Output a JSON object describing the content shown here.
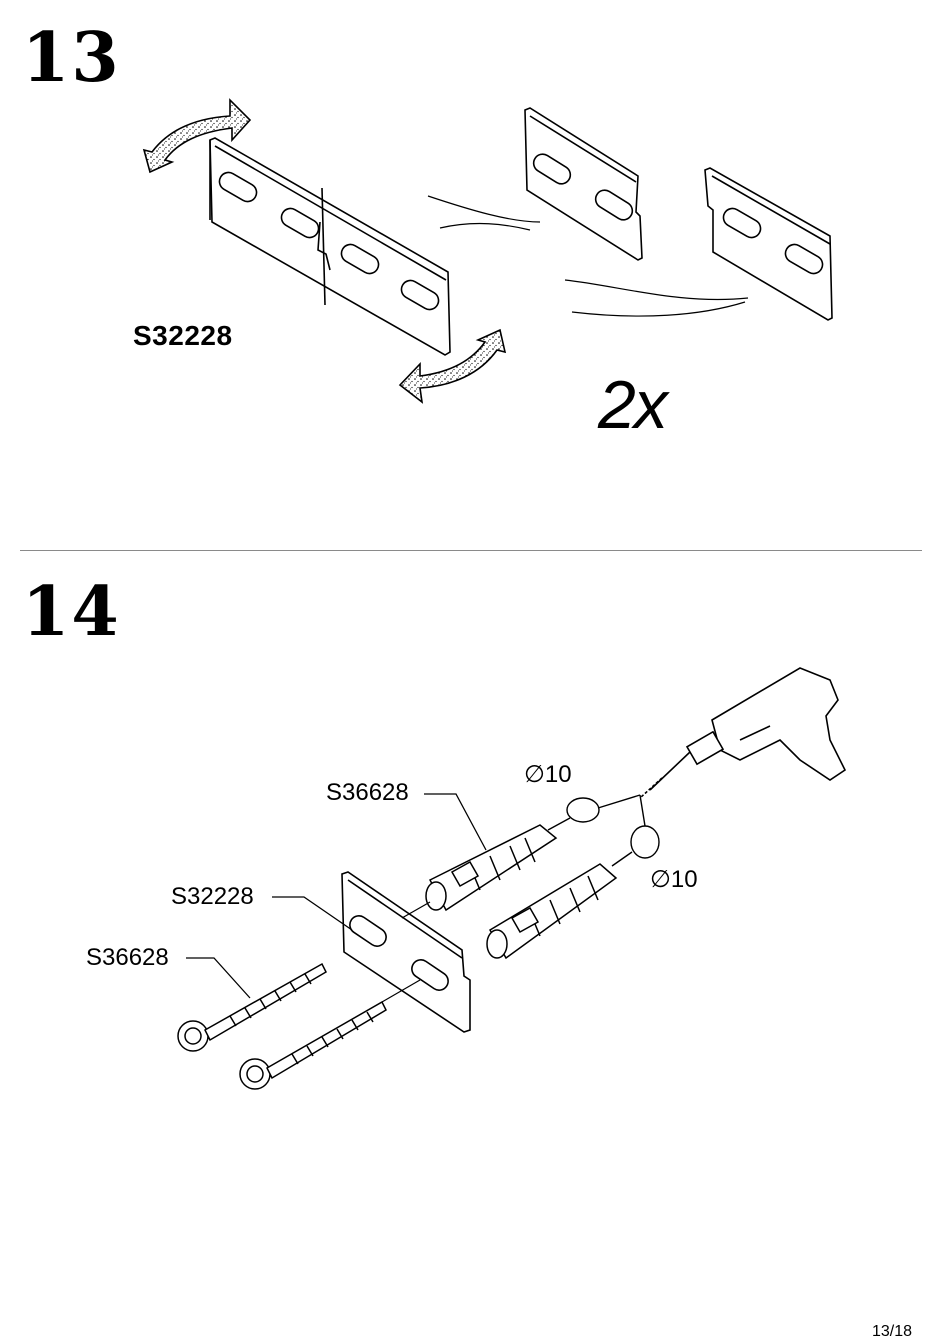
{
  "step13": {
    "number": "13",
    "part_label": "S32228",
    "quantity": "2x"
  },
  "step14": {
    "number": "14",
    "anchor_label": "S36628",
    "bracket_label": "S32228",
    "screw_label": "S36628",
    "drill_diameter_1": "∅10",
    "drill_diameter_2": "∅10"
  },
  "page_number": "13/18",
  "icons": [
    "bend-arrow-icon",
    "wall-bracket",
    "drill-icon",
    "wall-plug",
    "screw"
  ],
  "colors": {
    "ink": "#000000",
    "divider": "#8a8a8a",
    "arrow_fill": "#ffffff"
  }
}
